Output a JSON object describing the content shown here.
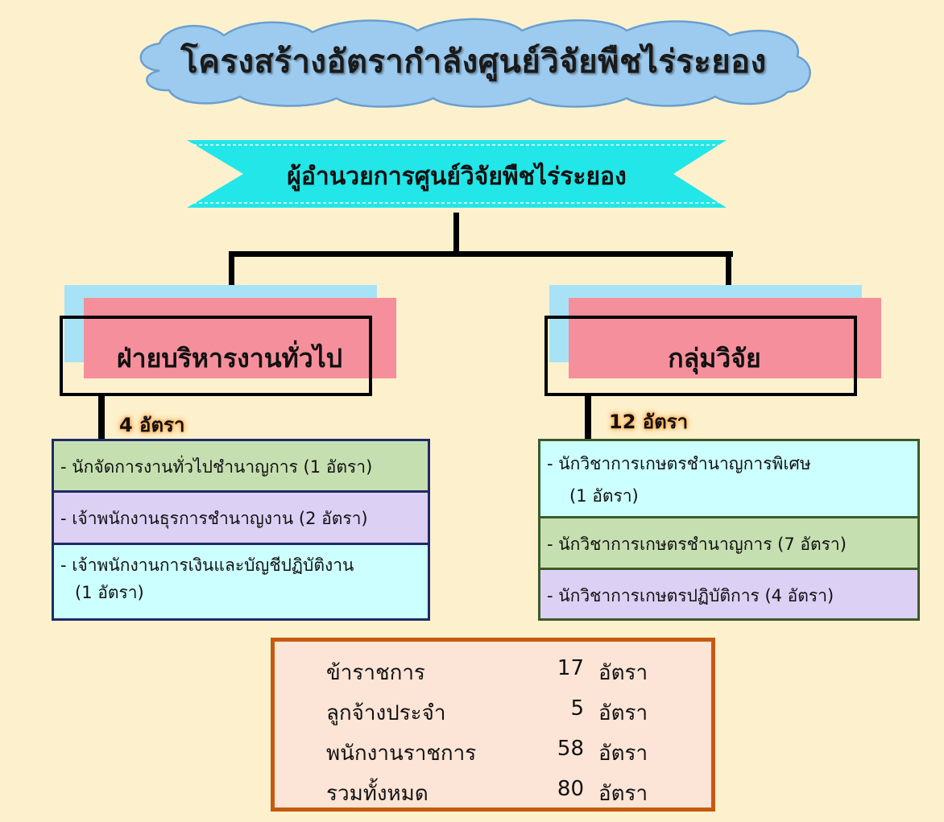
{
  "title": "โครงสร้างอัตรากำลังศูนย์วิจัยพืชไร่ระยอง",
  "director": "ผู้อำนวยการศูนย์วิจัยพืชไร่ระยอง",
  "left_dept": {
    "name": "ฝ่ายบริหารงานทั่วไป",
    "count": "4 อัตรา",
    "positions": [
      {
        "line1": "- นักจัดการงานทั่วไปชำนาญการ  (1 อัตรา)",
        "line2": ""
      },
      {
        "line1": "- เจ้าพนักงานธุรการชำนาญงาน  (2 อัตรา)",
        "line2": ""
      },
      {
        "line1": "- เจ้าพนักงานการเงินและบัญชีปฏิบัติงาน",
        "line2": "(1 อัตรา)"
      }
    ]
  },
  "right_dept": {
    "name": "กลุ่มวิจัย",
    "count": "12 อัตรา",
    "positions": [
      {
        "line1": "- นักวิชาการเกษตรชำนาญการพิเศษ",
        "line2": "(1 อัตรา)"
      },
      {
        "line1": "- นักวิชาการเกษตรชำนาญการ  (7 อัตรา)",
        "line2": ""
      },
      {
        "line1": "- นักวิชาการเกษตรปฏิบัติการ  (4 อัตรา)",
        "line2": ""
      }
    ]
  },
  "summary": [
    {
      "label": "ข้าราชการ",
      "value": "17",
      "unit": "อัตรา"
    },
    {
      "label": "ลูกจ้างประจำ",
      "value": "5",
      "unit": "อัตรา"
    },
    {
      "label": "พนักงานราชการ",
      "value": "58",
      "unit": "อัตรา"
    },
    {
      "label": "รวมทั้งหมด",
      "value": "80",
      "unit": "อัตรา"
    }
  ],
  "colors": {
    "background": "#fdf1cd",
    "cloud": "#9dcbef",
    "banner": "#22e6e8",
    "dept_pink": "#f68f9c",
    "dept_blue": "#a8e2f7",
    "row_green": "#c5dfb0",
    "row_purple": "#dcd0f5",
    "row_cyan": "#ccffff",
    "summary_fill": "#fce4d6",
    "summary_border": "#c55a11"
  }
}
